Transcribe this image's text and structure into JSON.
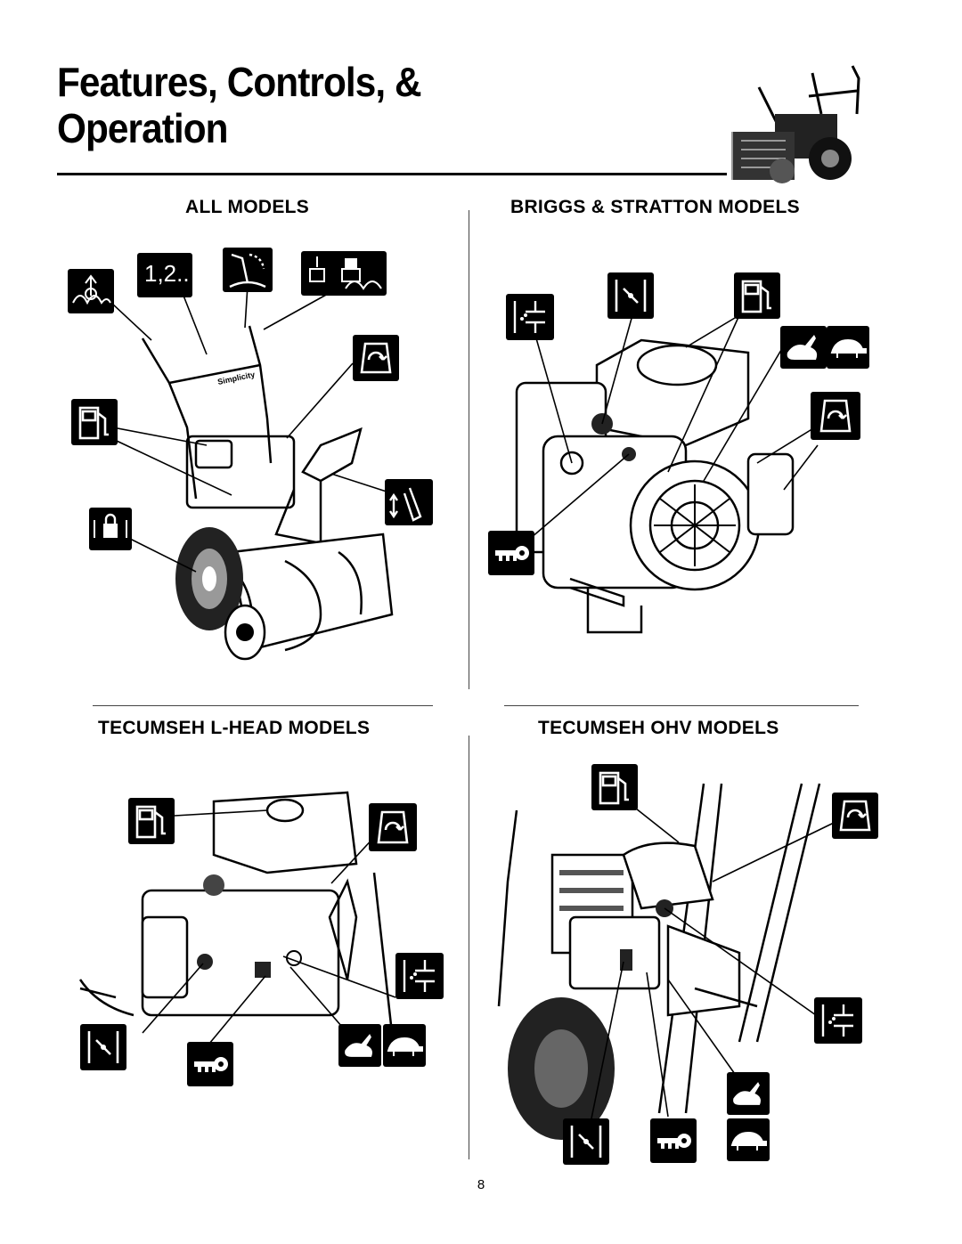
{
  "header": {
    "title_line1": "Features, Controls, &",
    "title_line2": "Operation"
  },
  "sections": {
    "all_models": "ALL MODELS",
    "briggs": "BRIGGS & STRATTON MODELS",
    "tecumseh_lhead": "TECUMSEH L-HEAD MODELS",
    "tecumseh_ohv": "TECUMSEH OHV MODELS"
  },
  "icons": {
    "speed_select_text": "1,2..",
    "names": [
      "auger-drive-icon",
      "speed-select-icon",
      "chute-deflector-icon",
      "drive-lock-icon",
      "fuel-icon",
      "recoil-start-icon",
      "chute-crank-icon",
      "wheel-lock-icon",
      "primer-icon",
      "choke-icon",
      "fast-icon",
      "slow-icon",
      "ignition-key-icon"
    ]
  },
  "machine_label": "Simplicity",
  "page_number": "8"
}
